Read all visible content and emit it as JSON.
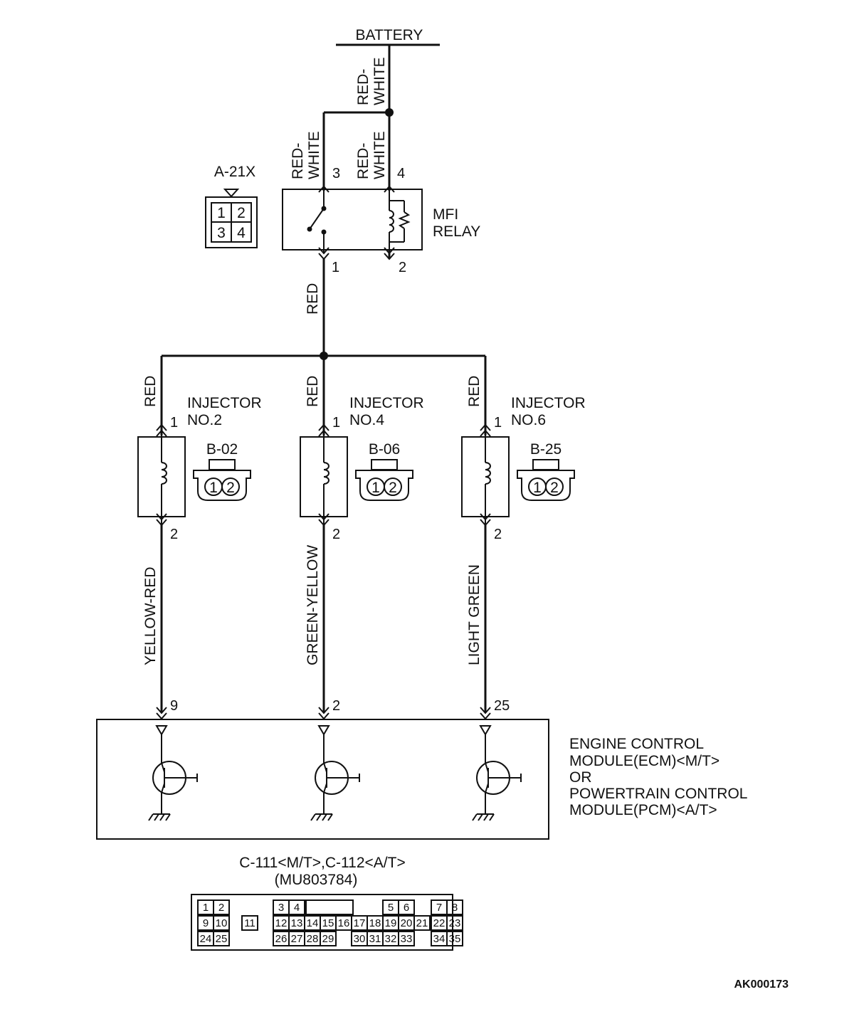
{
  "battery": "BATTERY",
  "wires": {
    "battery_feed": "RED-\nWHITE",
    "relay_pin3": "RED-\nWHITE",
    "relay_pin4": "RED-\nWHITE",
    "relay_out": "RED",
    "inj2_feed": "RED",
    "inj4_feed": "RED",
    "inj6_feed": "RED",
    "inj2_return": "YELLOW-RED",
    "inj4_return": "GREEN-YELLOW",
    "inj6_return": "LIGHT GREEN"
  },
  "relay": {
    "name_line1": "MFI",
    "name_line2": "RELAY",
    "connector": "A-21X",
    "connector_cells": [
      "1",
      "2",
      "3",
      "4"
    ],
    "pins": {
      "p1": "1",
      "p2": "2",
      "p3": "3",
      "p4": "4"
    }
  },
  "injectors": [
    {
      "line1": "INJECTOR",
      "line2": "NO.2",
      "connector": "B-02",
      "pin_top": "1",
      "pin_bottom": "2",
      "ecm_pin": "9",
      "cells": [
        "1",
        "2"
      ]
    },
    {
      "line1": "INJECTOR",
      "line2": "NO.4",
      "connector": "B-06",
      "pin_top": "1",
      "pin_bottom": "2",
      "ecm_pin": "2",
      "cells": [
        "1",
        "2"
      ]
    },
    {
      "line1": "INJECTOR",
      "line2": "NO.6",
      "connector": "B-25",
      "pin_top": "1",
      "pin_bottom": "2",
      "ecm_pin": "25",
      "cells": [
        "1",
        "2"
      ]
    }
  ],
  "ecm": {
    "line1": "ENGINE CONTROL",
    "line2": "MODULE(ECM)<M/T>",
    "line3": "OR",
    "line4": "POWERTRAIN CONTROL",
    "line5": "MODULE(PCM)<A/T>"
  },
  "ecm_connector": {
    "title": "C-111<M/T>,C-112<A/T>",
    "part": "(MU803784)",
    "row1": [
      "1",
      "2",
      "",
      "3",
      "4",
      "",
      "",
      "",
      "",
      "5",
      "6",
      "",
      "7",
      "8"
    ],
    "row2": [
      "9",
      "10",
      "11",
      "12",
      "13",
      "14",
      "15",
      "16",
      "17",
      "18",
      "19",
      "20",
      "21",
      "22",
      "23"
    ],
    "row3": [
      "24",
      "25",
      "",
      "26",
      "27",
      "28",
      "29",
      "",
      "30",
      "31",
      "32",
      "33",
      "",
      "34",
      "35"
    ]
  },
  "figure_code": "AK000173"
}
